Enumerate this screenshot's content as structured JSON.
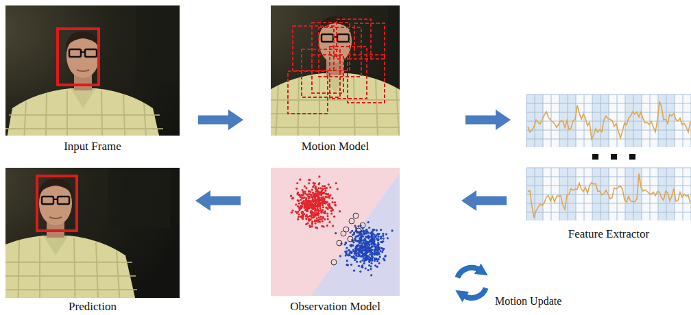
{
  "diagram": {
    "nodes": [
      {
        "text": [
          "Input Frame"
        ]
      },
      {
        "text": [
          "Motion Model"
        ]
      },
      {
        "text": [
          "Feature Extractor"
        ]
      },
      {
        "text": [
          "Prediction"
        ]
      },
      {
        "text": [
          "Observation Model"
        ]
      }
    ],
    "edges": [
      {
        "from": 0,
        "to": 1,
        "arrow": "to"
      },
      {
        "from": 1,
        "to": 2,
        "arrow": "to"
      },
      {
        "from": 2,
        "to": 4,
        "arrow": "to"
      },
      {
        "from": 4,
        "to": 3,
        "arrow": "to"
      }
    ],
    "labels": [
      "Motion Update"
    ]
  }
}
